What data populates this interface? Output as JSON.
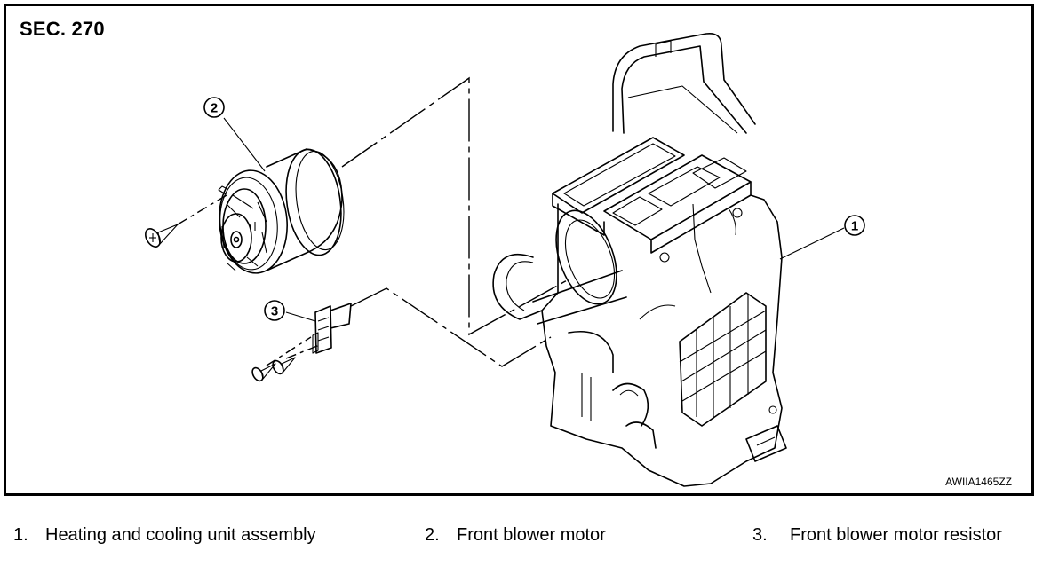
{
  "diagram": {
    "section_title": "SEC. 270",
    "figure_id": "AWIIA1465ZZ",
    "callouts": [
      {
        "number": "1",
        "part": "heating-cooling-unit-assembly"
      },
      {
        "number": "2",
        "part": "front-blower-motor"
      },
      {
        "number": "3",
        "part": "front-blower-motor-resistor"
      }
    ]
  },
  "legend": [
    {
      "number": "1.",
      "label": "Heating and cooling unit assembly"
    },
    {
      "number": "2.",
      "label": "Front blower motor"
    },
    {
      "number": "3.",
      "label": "Front blower motor resistor"
    }
  ]
}
